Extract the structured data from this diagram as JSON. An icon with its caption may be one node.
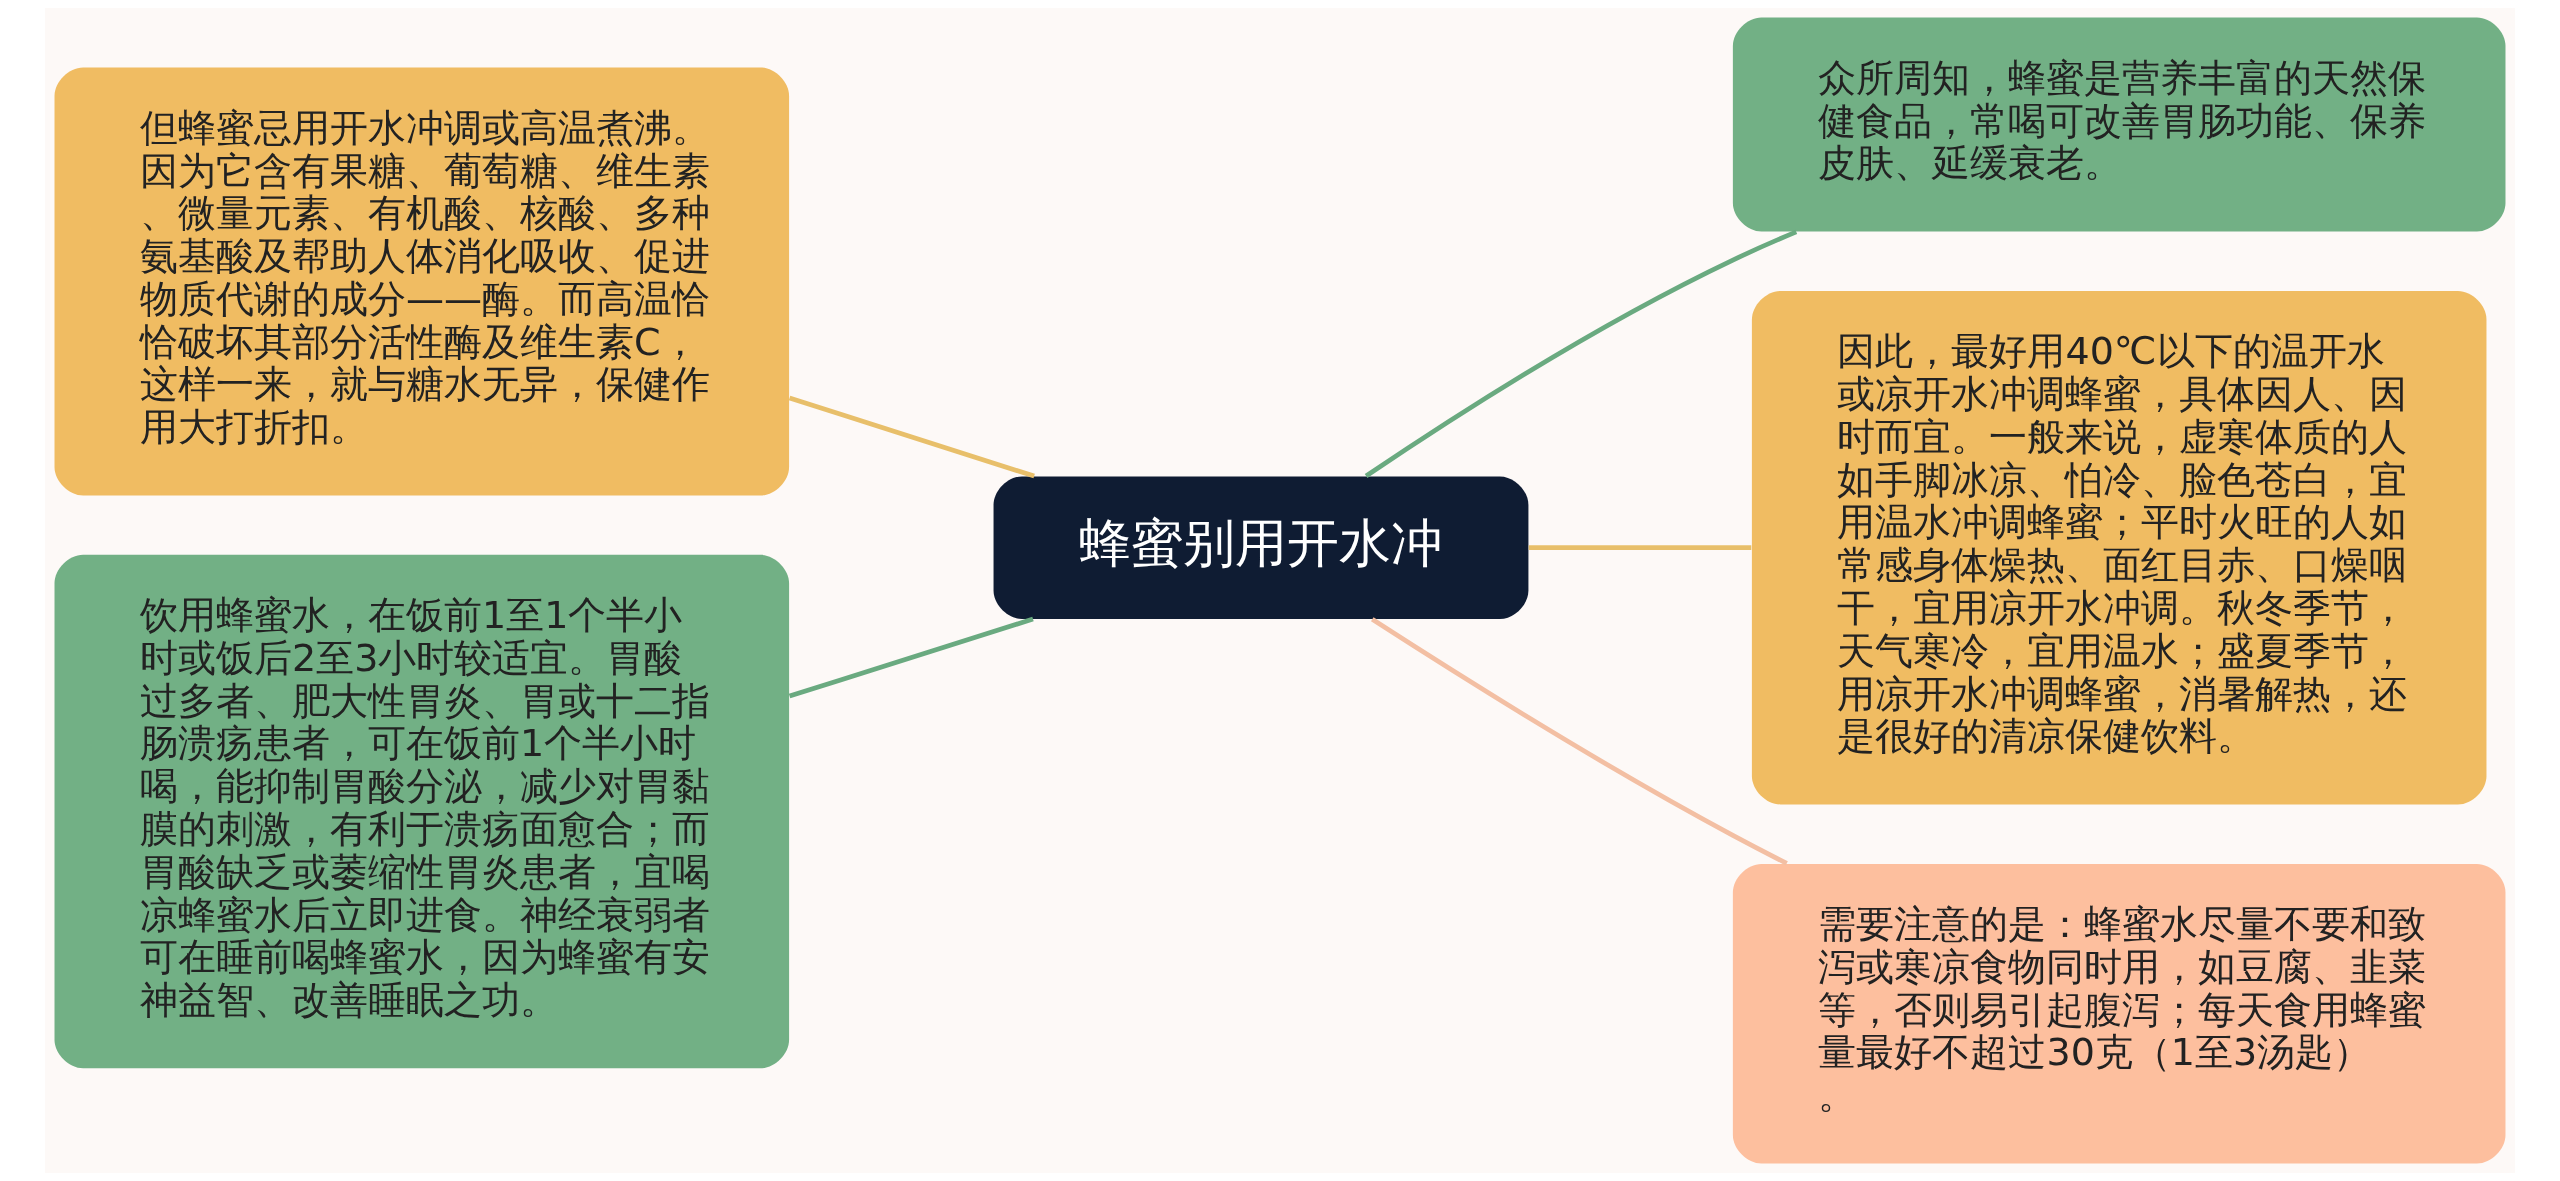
{
  "diagram": {
    "nodes": [
      {
        "text": [
          "蜂蜜别用开水冲"
        ]
      },
      {
        "text": [
          "但蜂蜜忌用开水冲调或高温煮沸。因为它含有果糖、葡萄糖、维生素、微量元素、有机酸、核酸、多种氨基酸及帮助人体消化吸收、促进物质代谢的成分——酶。而高温恰恰破坏其部分活性酶及维生素C，这样一来，就与糖水无异，保健作用大打折扣。"
        ]
      },
      {
        "text": [
          "饮用蜂蜜水，在饭前1至1个半小时或饭后2至3小时较适宜。胃酸过多者、肥大性胃炎、胃或十二指肠溃疡患者，可在饭前1个半小时喝，能抑制胃酸分泌，减少对胃黏膜的刺激，有利于溃疡面愈合；而胃酸缺乏或萎缩性胃炎患者，宜喝凉蜂蜜水后立即进食。神经衰弱者可在睡前喝蜂蜜水，因为蜂蜜有安神益智、改善睡眠之功。"
        ]
      },
      {
        "text": [
          "众所周知，蜂蜜是营养丰富的天然保健食品，常喝可改善胃肠功能、保养皮肤、延缓衰老。"
        ]
      },
      {
        "text": [
          "因此，最好用40℃以下的温开水或凉开水冲调蜂蜜，具体因人、因时而宜。一般来说，虚寒体质的人如手脚冰凉、怕冷、脸色苍白，宜用温水冲调蜂蜜；平时火旺的人如常感身体燥热、面红目赤、口燥咽干，宜用凉开水冲调。秋冬季节，天气寒冷，宜用温水；盛夏季节，用凉开水冲调蜂蜜，消暑解热，还是很好的清凉保健饮料。"
        ]
      },
      {
        "text": [
          "需要注意的是：蜂蜜水尽量不要和致泻或寒凉食物同时用，如豆腐、韭菜等，否则易引起腹泻；每天食用蜂蜜量最好不超过30克（1至3汤匙）。"
        ]
      }
    ],
    "edges": [
      {
        "from": 0,
        "to": 1,
        "arrow": "none",
        "color": "#e8bf6a"
      },
      {
        "from": 0,
        "to": 2,
        "arrow": "none",
        "color": "#6aaa80"
      },
      {
        "from": 0,
        "to": 3,
        "arrow": "none",
        "color": "#6aaa80"
      },
      {
        "from": 0,
        "to": 4,
        "arrow": "none",
        "color": "#e8bf6a"
      },
      {
        "from": 0,
        "to": 5,
        "arrow": "none",
        "color": "#f3bfa3"
      }
    ]
  }
}
